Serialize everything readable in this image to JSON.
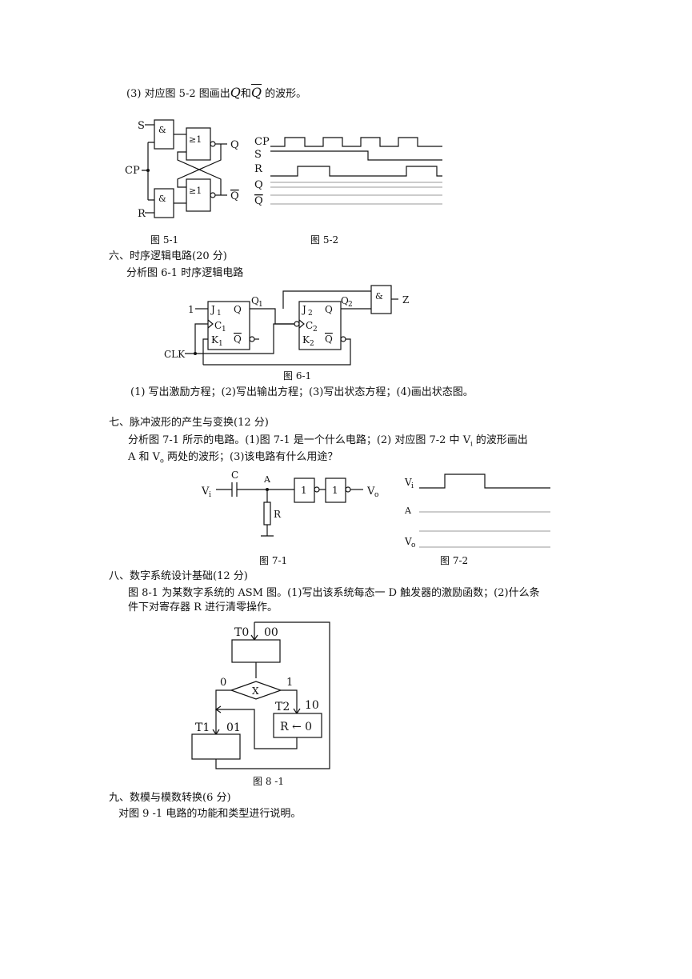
{
  "q5": {
    "item3_prefix": "(3) 对应图 5-2 图画出",
    "q_symbol": "Q",
    "and": "和",
    "qbar_symbol": "Q",
    "item3_suffix": "的波形。",
    "fig51": {
      "S": "S",
      "CP": "CP",
      "R": "R",
      "and": "&",
      "or": "≥1",
      "Q": "Q",
      "Qbar": "Q",
      "caption": "图 5-1"
    },
    "fig52": {
      "labels": [
        "CP",
        "S",
        "R",
        "Q",
        "Q"
      ],
      "caption": "图 5-2"
    }
  },
  "s6": {
    "heading": "六、时序逻辑电路(20 分)",
    "intro": "分析图 6-1 时序逻辑电路",
    "fig": {
      "in1": "1",
      "J1": "J",
      "C1": "C",
      "K1": "K",
      "sub1": "1",
      "Q": "Q",
      "Qbar": "Q",
      "Q1": "Q",
      "J2": "J",
      "C2": "C",
      "K2": "K",
      "sub2": "2",
      "Q2": "Q",
      "and": "&",
      "Z": "Z",
      "CLK": "CLK",
      "caption": "图 6-1"
    },
    "questions": "(1) 写出激励方程；(2)写出输出方程；(3)写出状态方程；(4)画出状态图。"
  },
  "s7": {
    "heading": "七、脉冲波形的产生与变换(12 分)",
    "line1_a": "分析图 7-1 所示的电路。(1)图 7-1 是一个什么电路；(2) 对应图 7-2 中 V",
    "line1_sub": "i",
    "line1_b": " 的波形画出",
    "line2_a": "A 和 V",
    "line2_sub": "o",
    "line2_b": " 两处的波形；(3)该电路有什么用途？",
    "fig71": {
      "C": "C",
      "Vi": "V",
      "sub_i": "i",
      "A": "A",
      "R": "R",
      "buf": "1",
      "Vo": "V",
      "sub_o": "o",
      "caption": "图 7-1"
    },
    "fig72": {
      "Vi": "V",
      "sub_i": "i",
      "A": "A",
      "Vo": "V",
      "sub_o": "o",
      "caption": "图 7-2"
    }
  },
  "s8": {
    "heading": "八、数字系统设计基础(12 分)",
    "line1": "图 8-1 为某数字系统的 ASM 图。(1)写出该系统每态一 D 触发器的激励函数；(2)什么条",
    "line2": "件下对寄存器 R 进行清零操作。",
    "fig": {
      "T0": "T0",
      "s00": "00",
      "zero": "0",
      "X": "X",
      "one": "1",
      "T2": "T2",
      "s10": "10",
      "T1": "T1",
      "s01": "01",
      "op": "R ← 0",
      "caption": "图 8 -1"
    }
  },
  "s9": {
    "heading": "九、数模与模数转换(6 分)",
    "intro": "对图 9 -1 电路的功能和类型进行说明。"
  }
}
